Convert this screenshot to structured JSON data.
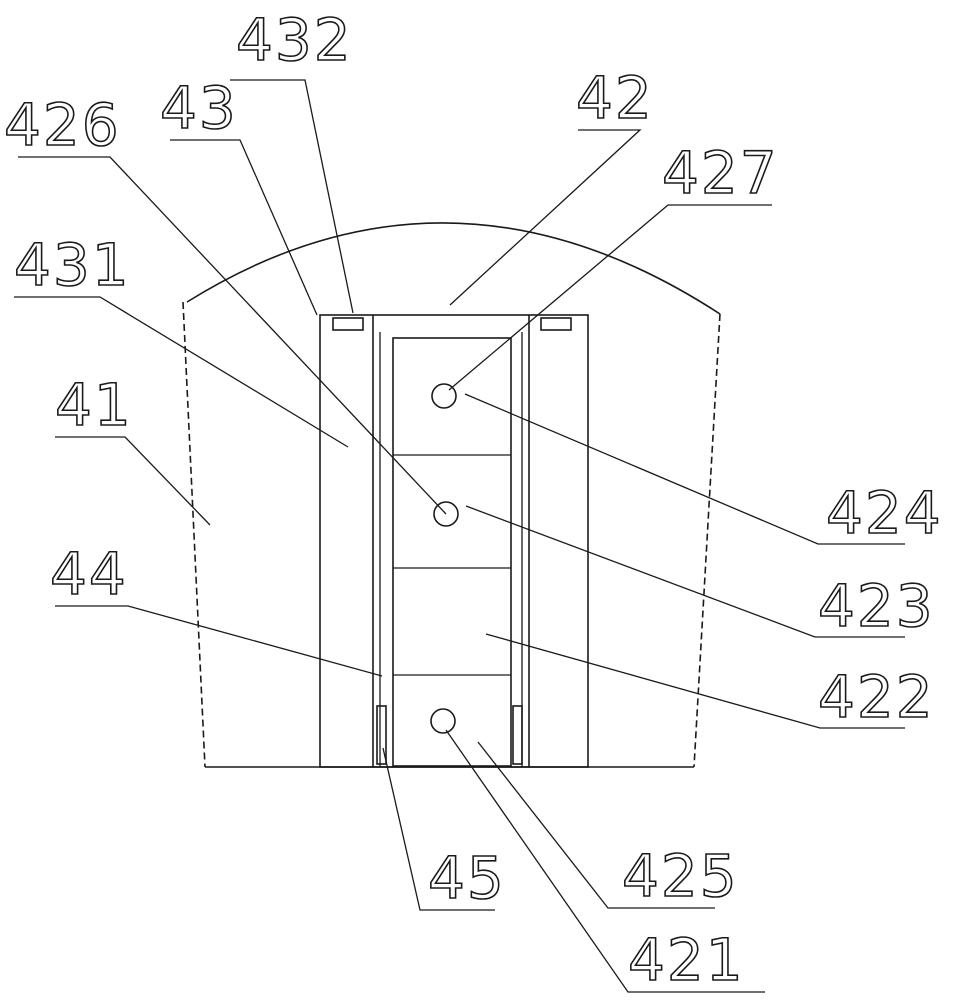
{
  "labels": {
    "l432": "432",
    "l426": "426",
    "l43": "43",
    "l42": "42",
    "l427": "427",
    "l431": "431",
    "l41": "41",
    "l424": "424",
    "l423": "423",
    "l44": "44",
    "l422": "422",
    "l425": "425",
    "l45": "45",
    "l421": "421"
  }
}
